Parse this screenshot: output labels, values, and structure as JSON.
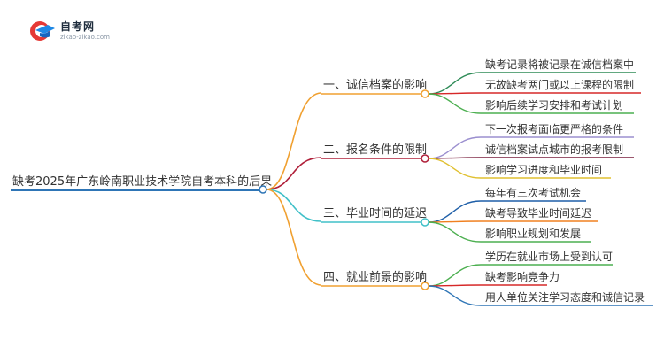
{
  "logo": {
    "title": "自考网",
    "url": "zikao-zikao.com"
  },
  "root": {
    "label": "缺考2025年广东岭南职业技术学院自考本科的后果",
    "color": "#2e75b6"
  },
  "branches": [
    {
      "label": "一、诚信档案的影响",
      "color": "#f0a030",
      "children": [
        {
          "label": "缺考记录将被记录在诚信档案中",
          "color": "#2e8b57"
        },
        {
          "label": "无故缺考两门或以上课程的限制",
          "color": "#d62828"
        },
        {
          "label": "影响后续学习安排和考试计划",
          "color": "#4caf50"
        }
      ]
    },
    {
      "label": "二、报名条件的限制",
      "color": "#b0203a",
      "children": [
        {
          "label": "下一次报考面临更严格的条件",
          "color": "#9b8fcf"
        },
        {
          "label": "诚信档案试点城市的报考限制",
          "color": "#7a1f3d"
        },
        {
          "label": "影响学习进度和毕业时间",
          "color": "#e0c030"
        }
      ]
    },
    {
      "label": "三、毕业时间的延迟",
      "color": "#40c0c8",
      "children": [
        {
          "label": "每年有三次考试机会",
          "color": "#1f5fa8"
        },
        {
          "label": "缺考导致毕业时间延迟",
          "color": "#f08020"
        },
        {
          "label": "影响职业规划和发展",
          "color": "#4caf50"
        }
      ]
    },
    {
      "label": "四、就业前景的影响",
      "color": "#f0a030",
      "children": [
        {
          "label": "学历在就业市场上受到认可",
          "color": "#4caf50"
        },
        {
          "label": "缺考影响竞争力",
          "color": "#d62828"
        },
        {
          "label": "用人单位关注学习态度和诚信记录",
          "color": "#2e75b6"
        }
      ]
    }
  ]
}
